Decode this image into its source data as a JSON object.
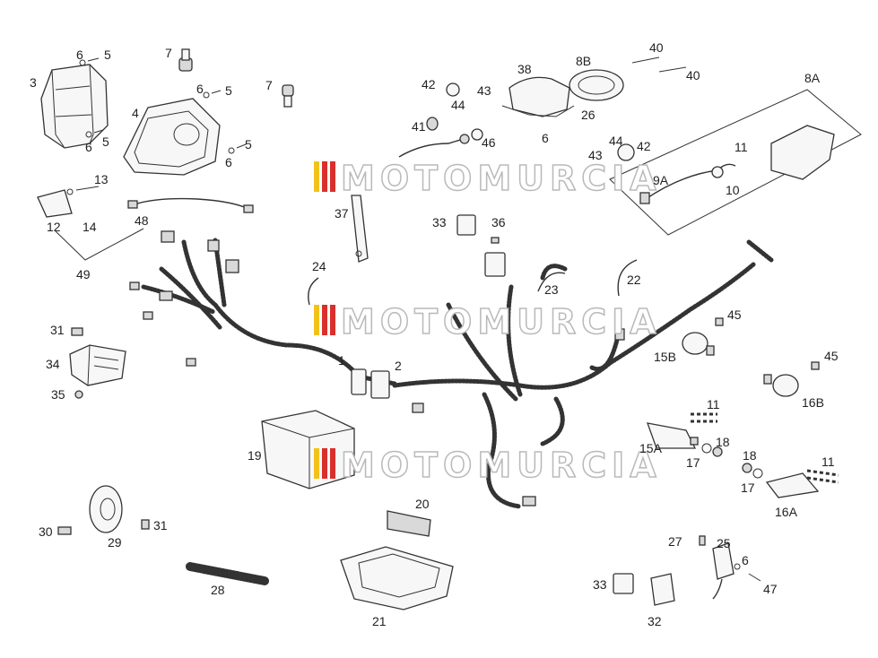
{
  "labels": {
    "l1": "1",
    "l2": "2",
    "l3": "3",
    "l4": "4",
    "l5a": "5",
    "l5b": "5",
    "l5c": "5",
    "l5d": "5",
    "l6a": "6",
    "l6b": "6",
    "l6c": "6",
    "l6d": "6",
    "l6e": "6",
    "l6f": "6",
    "l7a": "7",
    "l7b": "7",
    "l8A": "8A",
    "l8B": "8B",
    "l9A": "9A",
    "l10": "10",
    "l11a": "11",
    "l11b": "11",
    "l11c": "11",
    "l12": "12",
    "l13": "13",
    "l14": "14",
    "l15A": "15A",
    "l15B": "15B",
    "l16A": "16A",
    "l16B": "16B",
    "l17a": "17",
    "l17b": "17",
    "l18a": "18",
    "l18b": "18",
    "l19": "19",
    "l20": "20",
    "l21": "21",
    "l22": "22",
    "l23": "23",
    "l24": "24",
    "l25": "25",
    "l26": "26",
    "l27": "27",
    "l28": "28",
    "l29": "29",
    "l30": "30",
    "l31a": "31",
    "l31b": "31",
    "l32": "32",
    "l33a": "33",
    "l33b": "33",
    "l34": "34",
    "l35": "35",
    "l36": "36",
    "l37": "37",
    "l38": "38",
    "l40a": "40",
    "l40b": "40",
    "l41": "41",
    "l42a": "42",
    "l42b": "42",
    "l43a": "43",
    "l43b": "43",
    "l44a": "44",
    "l44b": "44",
    "l45a": "45",
    "l45b": "45",
    "l46": "46",
    "l47": "47",
    "l48": "48",
    "l49": "49"
  },
  "watermark": {
    "text": "MOTOMURCIA"
  },
  "colors": {
    "stroke": "#333333",
    "watermark_red": "#d9302c",
    "watermark_yellow": "#f2c21b",
    "watermark_gray": "#b9b9b9"
  }
}
